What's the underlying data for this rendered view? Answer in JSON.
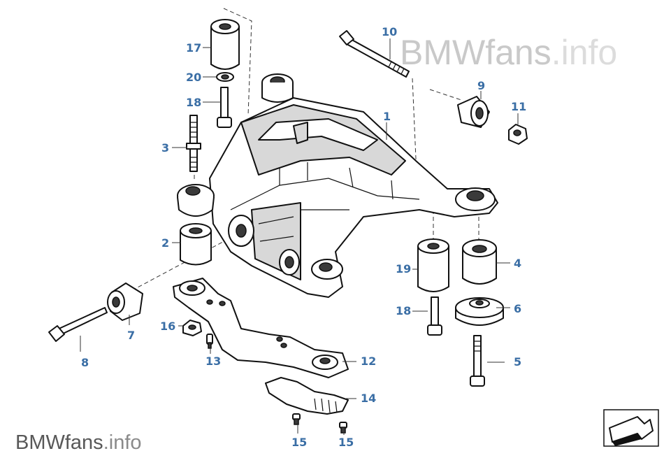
{
  "watermark_top": {
    "brand": "BMWfans",
    "suffix": ".info"
  },
  "watermark_bottom": {
    "brand": "BMWfans",
    "suffix": ".info"
  },
  "callouts": [
    "1",
    "2",
    "3",
    "4",
    "5",
    "6",
    "7",
    "8",
    "9",
    "10",
    "11",
    "12",
    "13",
    "14",
    "15",
    "15",
    "16",
    "17",
    "18",
    "18",
    "19",
    "20"
  ],
  "icon": "hand-pointer-arrow-icon"
}
